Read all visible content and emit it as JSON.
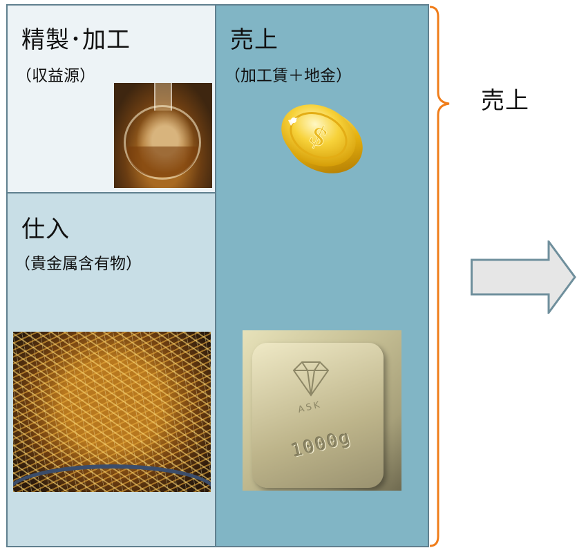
{
  "panel": {
    "refine": {
      "title": "精製･加工",
      "subtitle": "（収益源）",
      "photo_icon": "distillation-flask"
    },
    "sales": {
      "title": "売上",
      "subtitle": "（加工賃＋地金）",
      "coin_icon": "gold-coin",
      "bar_photo_icon": "gold-bar",
      "bar_brand": "ASK",
      "bar_weight": "1000g"
    },
    "purchase": {
      "title": "仕入",
      "subtitle": "（貴金属含有物）",
      "photo_icon": "gold-scrap"
    }
  },
  "brace_label": "売上",
  "colors": {
    "refine_bg": "#edf3f6",
    "purchase_bg": "#c8dee6",
    "sales_bg": "#81b5c5",
    "border": "#5f7f8e",
    "brace": "#f07d1a",
    "arrow_fill": "#e6e6e6",
    "arrow_stroke": "#6f8f9c"
  }
}
